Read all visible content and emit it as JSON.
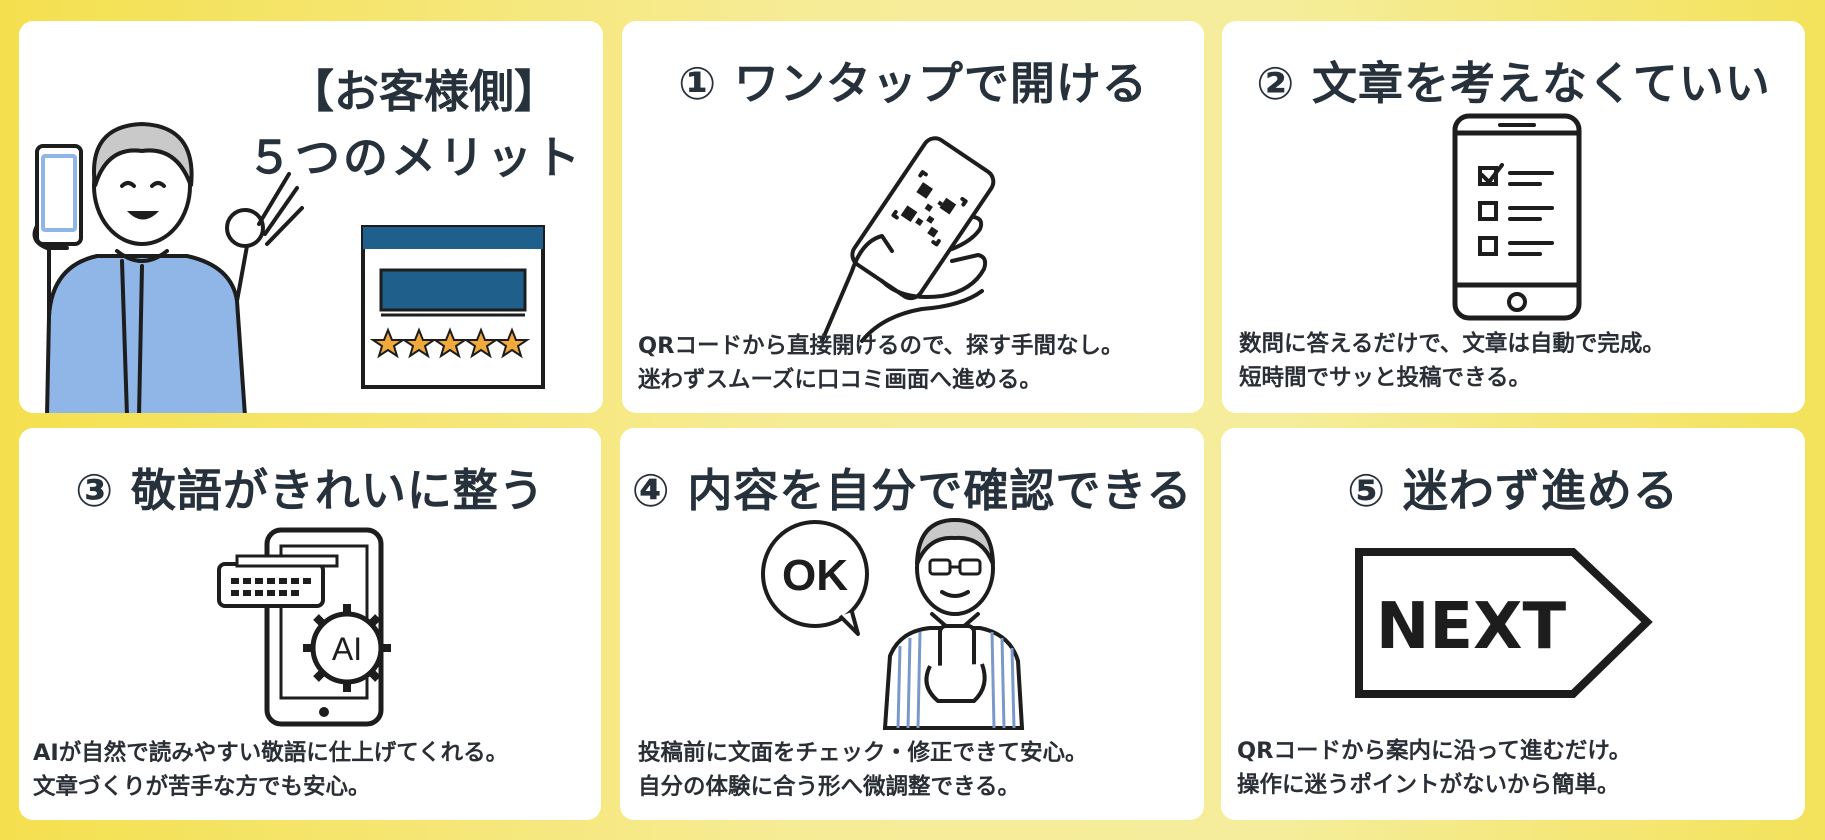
{
  "intro": {
    "title_line1": "【お客様側】",
    "title_line2": "５つのメリット"
  },
  "cards": [
    {
      "title": "① ワンタップで開ける",
      "desc": [
        "QRコードから直接開けるので、探す手間なし。",
        "迷わずスムーズに口コミ画面へ進める。"
      ],
      "icon": "hand-holding-phone-scanning-qr-code"
    },
    {
      "title": "② 文章を考えなくていい",
      "desc": [
        "数問に答えるだけで、文章は自動で完成。",
        "短時間でサッと投稿できる。"
      ],
      "icon": "phone-checklist"
    },
    {
      "title": "③ 敬語がきれいに整う",
      "desc": [
        "AIが自然で読みやすい敬語に仕上げてくれる。",
        "文章づくりが苦手な方でも安心。"
      ],
      "icon": "phone-ai-gear-chat"
    },
    {
      "title": "④ 内容を自分で確認できる",
      "desc": [
        "投稿前に文面をチェック・修正できて安心。",
        "自分の体験に合う形へ微調整できる。"
      ],
      "icon": "man-with-phone-ok-bubble",
      "bubble_text": "OK"
    },
    {
      "title": "⑤ 迷わず進める",
      "desc": [
        "QRコードから案内に沿って進むだけ。",
        "操作に迷うポイントがないから簡単。"
      ],
      "icon": "next-arrow-sign",
      "sign_text": "NEXT"
    }
  ],
  "colors": {
    "background_yellow": "#f4e04e",
    "card": "#ffffff",
    "text": "#26313b",
    "sweater_blue": "#8fb6e6",
    "browser_blue": "#1e5f8c",
    "star": "#f2a93b"
  }
}
